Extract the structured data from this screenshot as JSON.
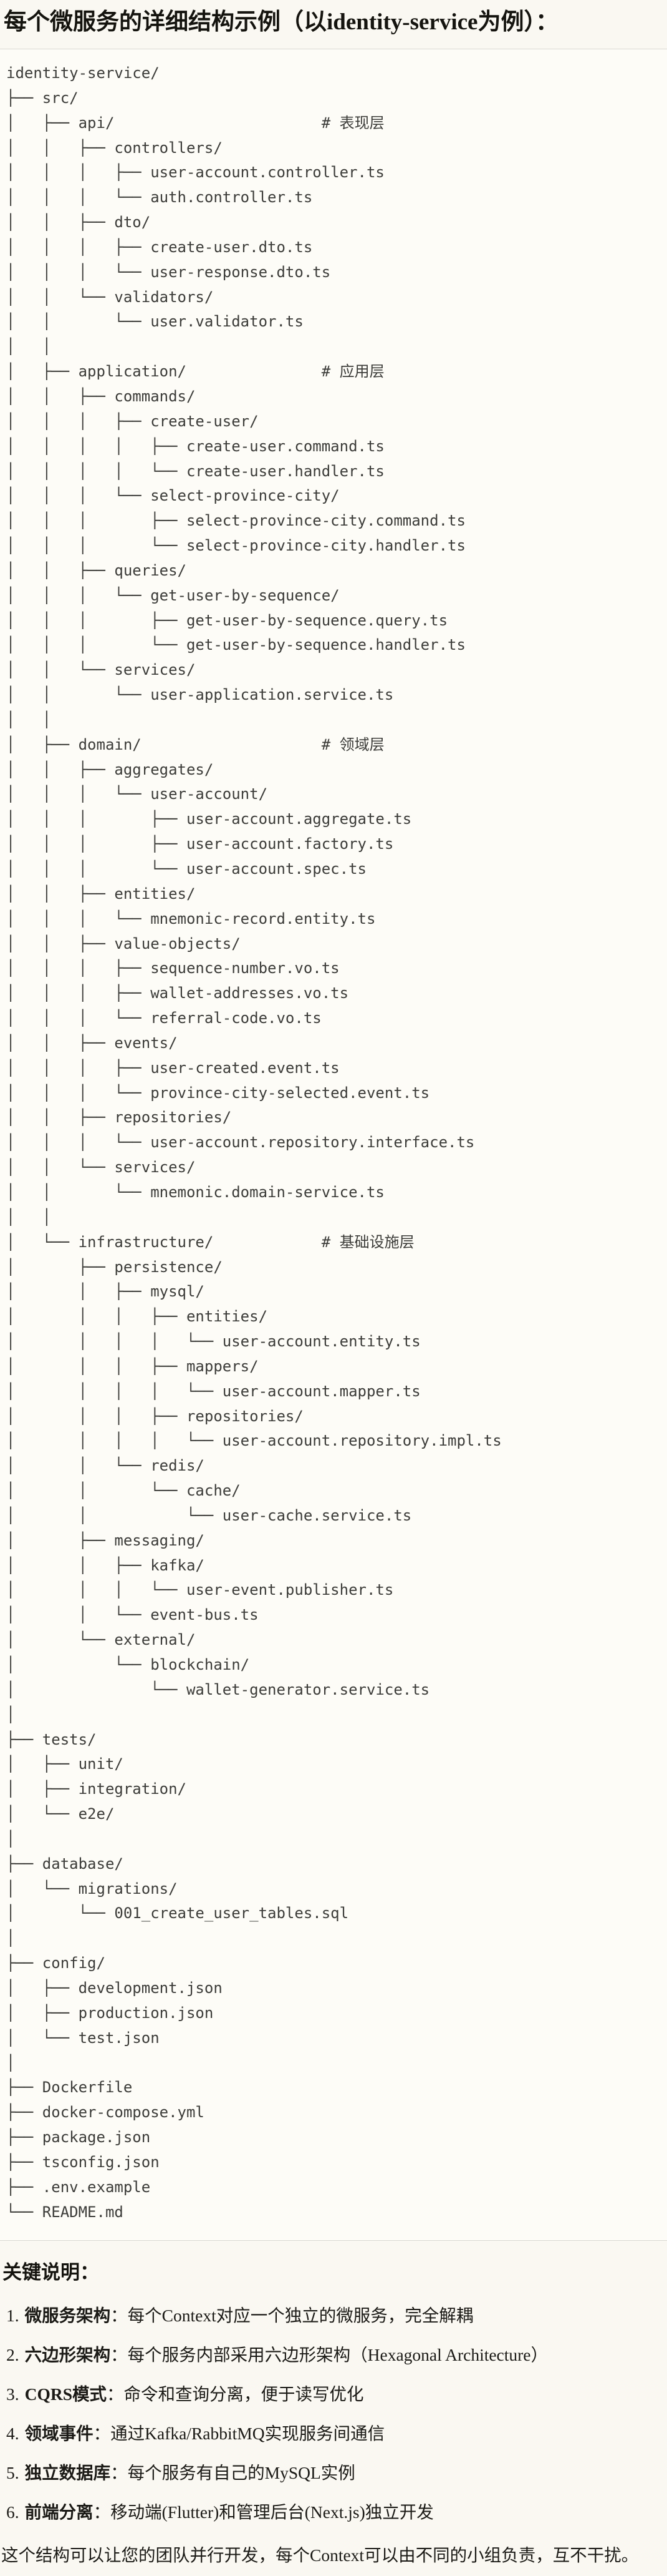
{
  "page": {
    "title": "每个微服务的详细结构示例（以identity-service为例）：",
    "tree_lines": [
      "identity-service/",
      "├── src/",
      "│   ├── api/                       # 表现层",
      "│   │   ├── controllers/",
      "│   │   │   ├── user-account.controller.ts",
      "│   │   │   └── auth.controller.ts",
      "│   │   ├── dto/",
      "│   │   │   ├── create-user.dto.ts",
      "│   │   │   └── user-response.dto.ts",
      "│   │   └── validators/",
      "│   │       └── user.validator.ts",
      "│   │",
      "│   ├── application/               # 应用层",
      "│   │   ├── commands/",
      "│   │   │   ├── create-user/",
      "│   │   │   │   ├── create-user.command.ts",
      "│   │   │   │   └── create-user.handler.ts",
      "│   │   │   └── select-province-city/",
      "│   │   │       ├── select-province-city.command.ts",
      "│   │   │       └── select-province-city.handler.ts",
      "│   │   ├── queries/",
      "│   │   │   └── get-user-by-sequence/",
      "│   │   │       ├── get-user-by-sequence.query.ts",
      "│   │   │       └── get-user-by-sequence.handler.ts",
      "│   │   └── services/",
      "│   │       └── user-application.service.ts",
      "│   │",
      "│   ├── domain/                    # 领域层",
      "│   │   ├── aggregates/",
      "│   │   │   └── user-account/",
      "│   │   │       ├── user-account.aggregate.ts",
      "│   │   │       ├── user-account.factory.ts",
      "│   │   │       └── user-account.spec.ts",
      "│   │   ├── entities/",
      "│   │   │   └── mnemonic-record.entity.ts",
      "│   │   ├── value-objects/",
      "│   │   │   ├── sequence-number.vo.ts",
      "│   │   │   ├── wallet-addresses.vo.ts",
      "│   │   │   └── referral-code.vo.ts",
      "│   │   ├── events/",
      "│   │   │   ├── user-created.event.ts",
      "│   │   │   └── province-city-selected.event.ts",
      "│   │   ├── repositories/",
      "│   │   │   └── user-account.repository.interface.ts",
      "│   │   └── services/",
      "│   │       └── mnemonic.domain-service.ts",
      "│   │",
      "│   └── infrastructure/            # 基础设施层",
      "│       ├── persistence/",
      "│       │   ├── mysql/",
      "│       │   │   ├── entities/",
      "│       │   │   │   └── user-account.entity.ts",
      "│       │   │   ├── mappers/",
      "│       │   │   │   └── user-account.mapper.ts",
      "│       │   │   ├── repositories/",
      "│       │   │   │   └── user-account.repository.impl.ts",
      "│       │   └── redis/",
      "│       │       └── cache/",
      "│       │           └── user-cache.service.ts",
      "│       ├── messaging/",
      "│       │   ├── kafka/",
      "│       │   │   └── user-event.publisher.ts",
      "│       │   └── event-bus.ts",
      "│       └── external/",
      "│           └── blockchain/",
      "│               └── wallet-generator.service.ts",
      "│",
      "├── tests/",
      "│   ├── unit/",
      "│   ├── integration/",
      "│   └── e2e/",
      "│",
      "├── database/",
      "│   └── migrations/",
      "│       └── 001_create_user_tables.sql",
      "│",
      "├── config/",
      "│   ├── development.json",
      "│   ├── production.json",
      "│   └── test.json",
      "│",
      "├── Dockerfile",
      "├── docker-compose.yml",
      "├── package.json",
      "├── tsconfig.json",
      "├── .env.example",
      "└── README.md"
    ],
    "notes_title": "关键说明：",
    "notes": [
      {
        "num": "1.",
        "label": "微服务架构",
        "text": "：每个Context对应一个独立的微服务，完全解耦"
      },
      {
        "num": "2.",
        "label": "六边形架构",
        "text": "：每个服务内部采用六边形架构（Hexagonal Architecture）"
      },
      {
        "num": "3.",
        "label": "CQRS模式",
        "text": "：命令和查询分离，便于读写优化"
      },
      {
        "num": "4.",
        "label": "领域事件",
        "text": "：通过Kafka/RabbitMQ实现服务间通信"
      },
      {
        "num": "5.",
        "label": "独立数据库",
        "text": "：每个服务有自己的MySQL实例"
      },
      {
        "num": "6.",
        "label": "前端分离",
        "text": "：移动端(Flutter)和管理后台(Next.js)独立开发"
      }
    ],
    "footer": "这个结构可以让您的团队并行开发，每个Context可以由不同的小组负责，互不干扰。"
  },
  "colors": {
    "page_background": "#FAF8F2",
    "code_background": "#FDFCF7",
    "code_border": "#DAD8D2",
    "code_text": "#3C3C39",
    "heading_text": "#15140F",
    "body_text": "#1B1A16"
  }
}
